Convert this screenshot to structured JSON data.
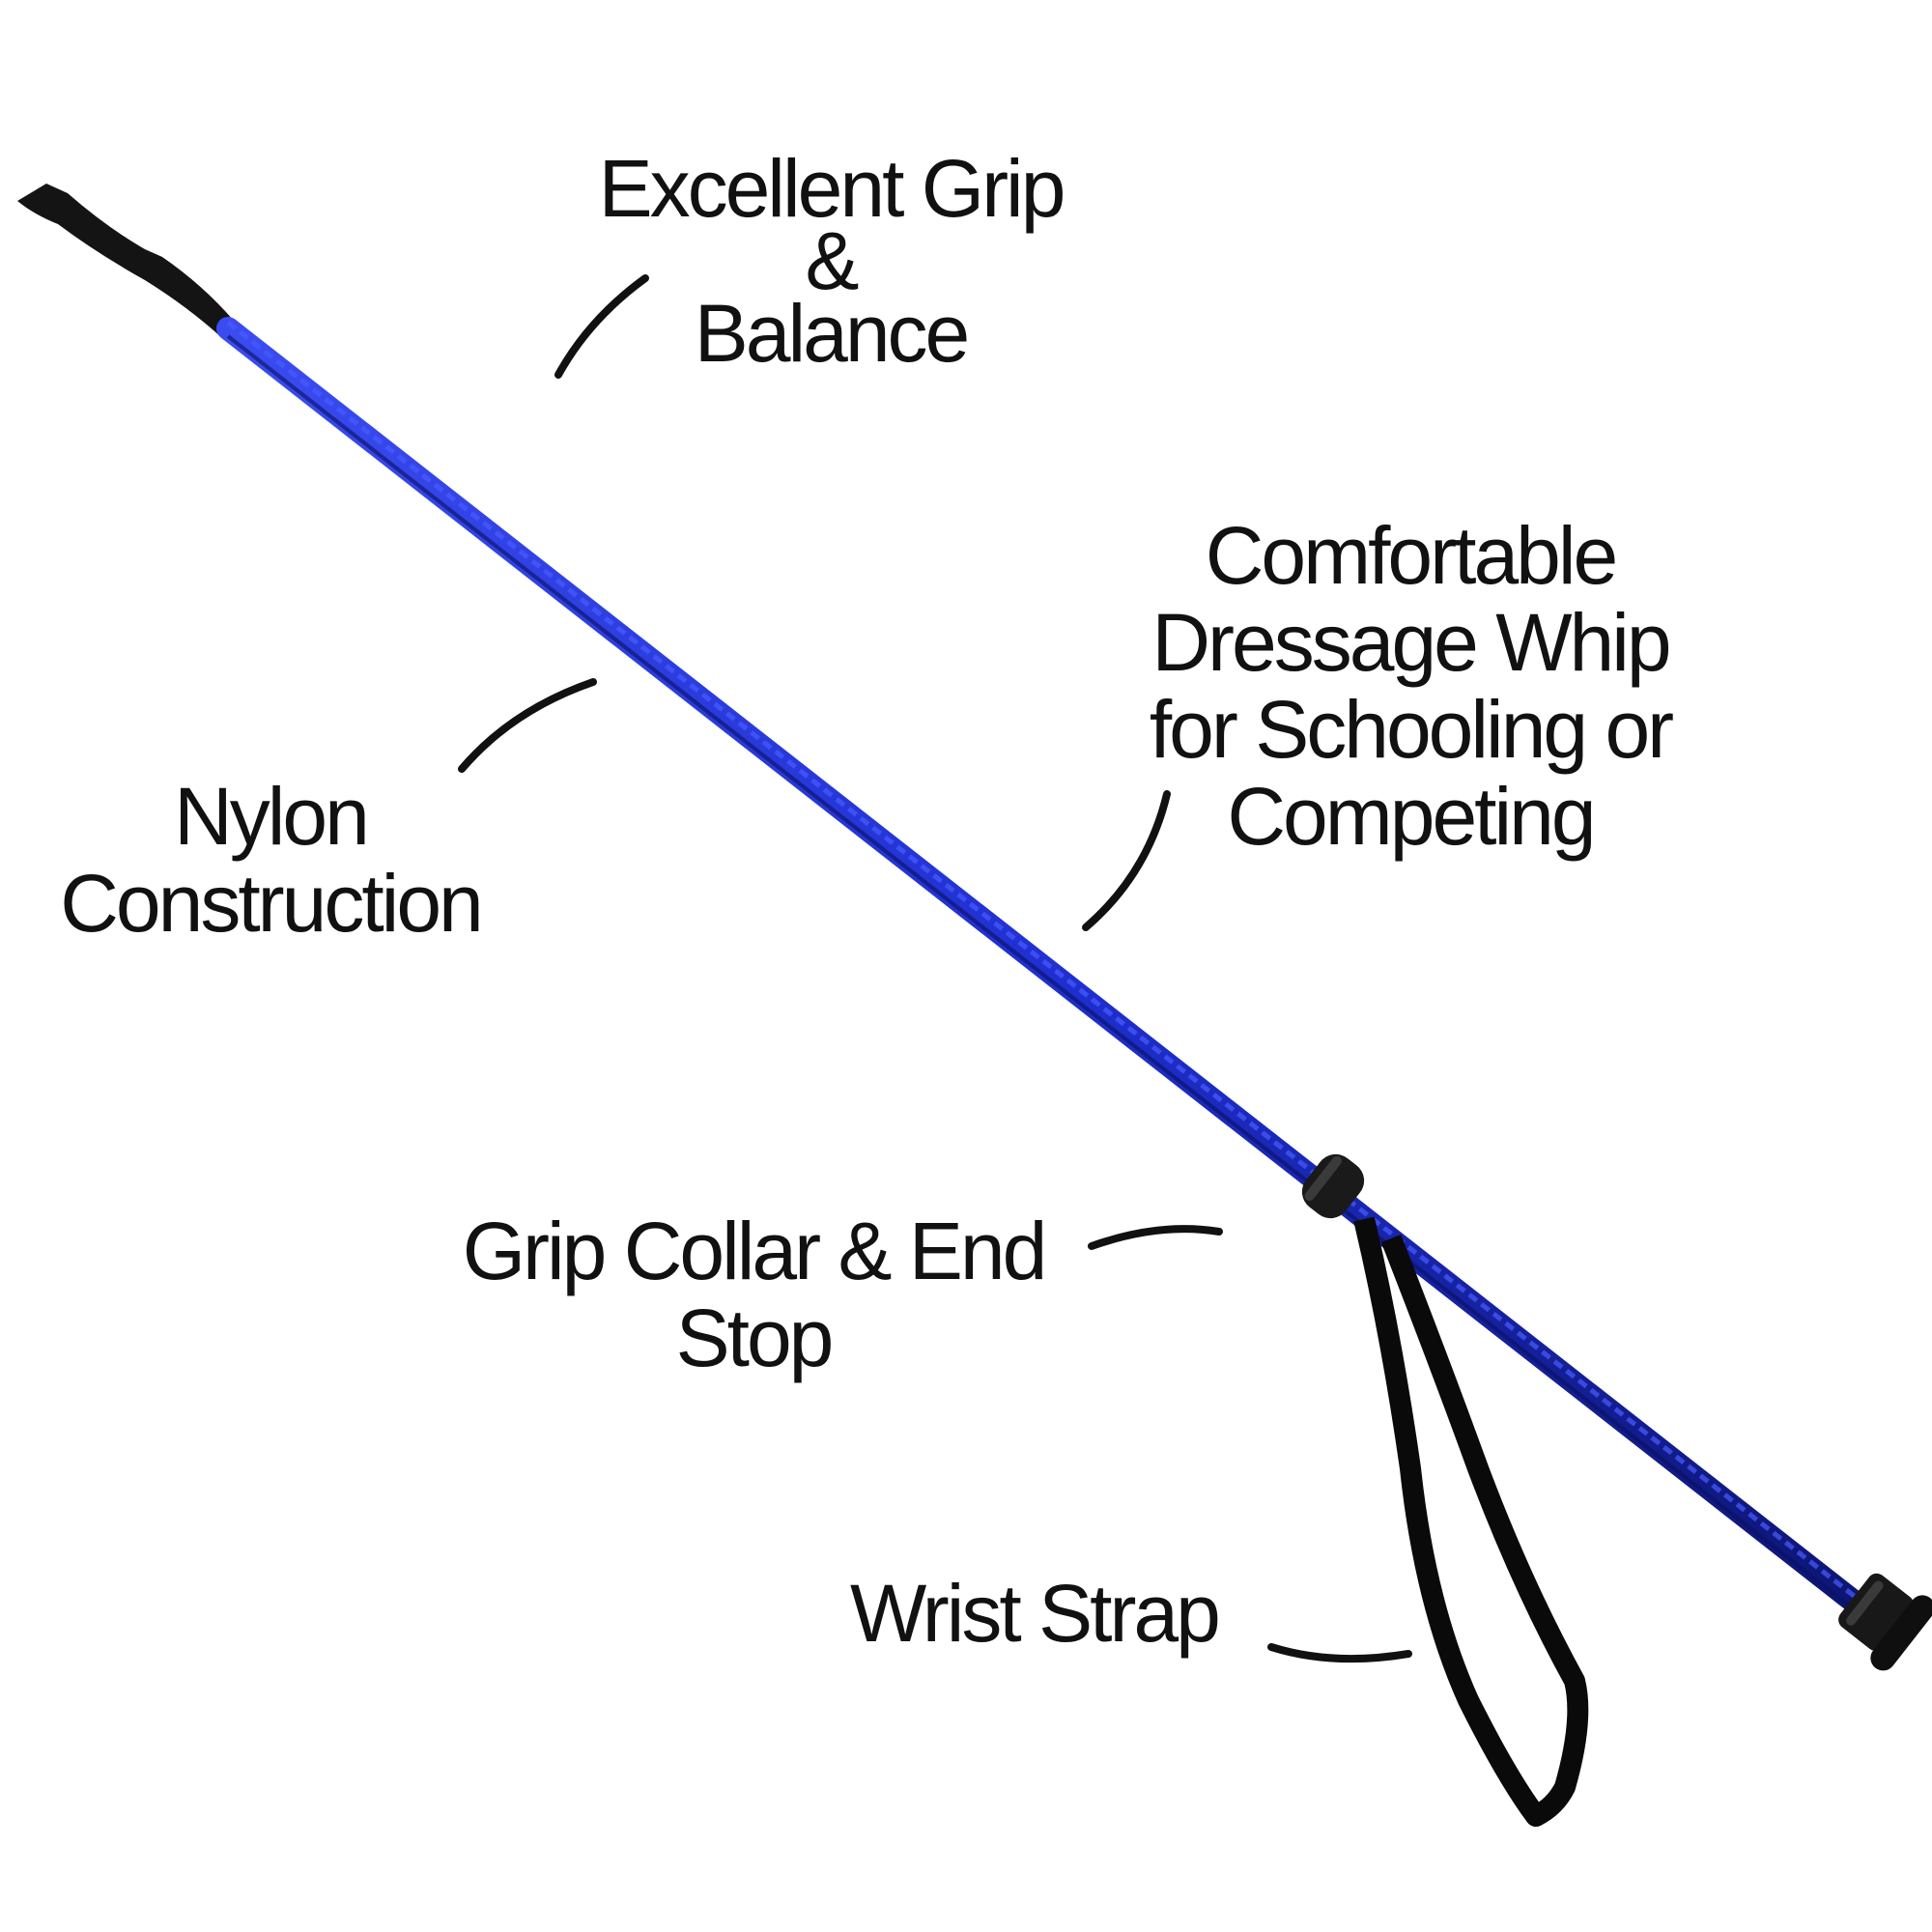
{
  "labels": {
    "grip_balance": [
      "Excellent Grip",
      "&",
      "Balance"
    ],
    "comfortable": [
      "Comfortable",
      "Dressage Whip",
      "for Schooling or",
      "Competing"
    ],
    "nylon": [
      "Nylon",
      "Construction"
    ],
    "collar": [
      "Grip Collar & End",
      "Stop"
    ],
    "wrist": "Wrist Strap"
  },
  "colors": {
    "shaft": "#1f2fd0",
    "shaft_dark": "#0c1470",
    "tip": "#141414",
    "strap": "#0a0a0a",
    "text": "#111111",
    "callout": "#111111"
  },
  "icons": {
    "product": "dressage-whip"
  }
}
